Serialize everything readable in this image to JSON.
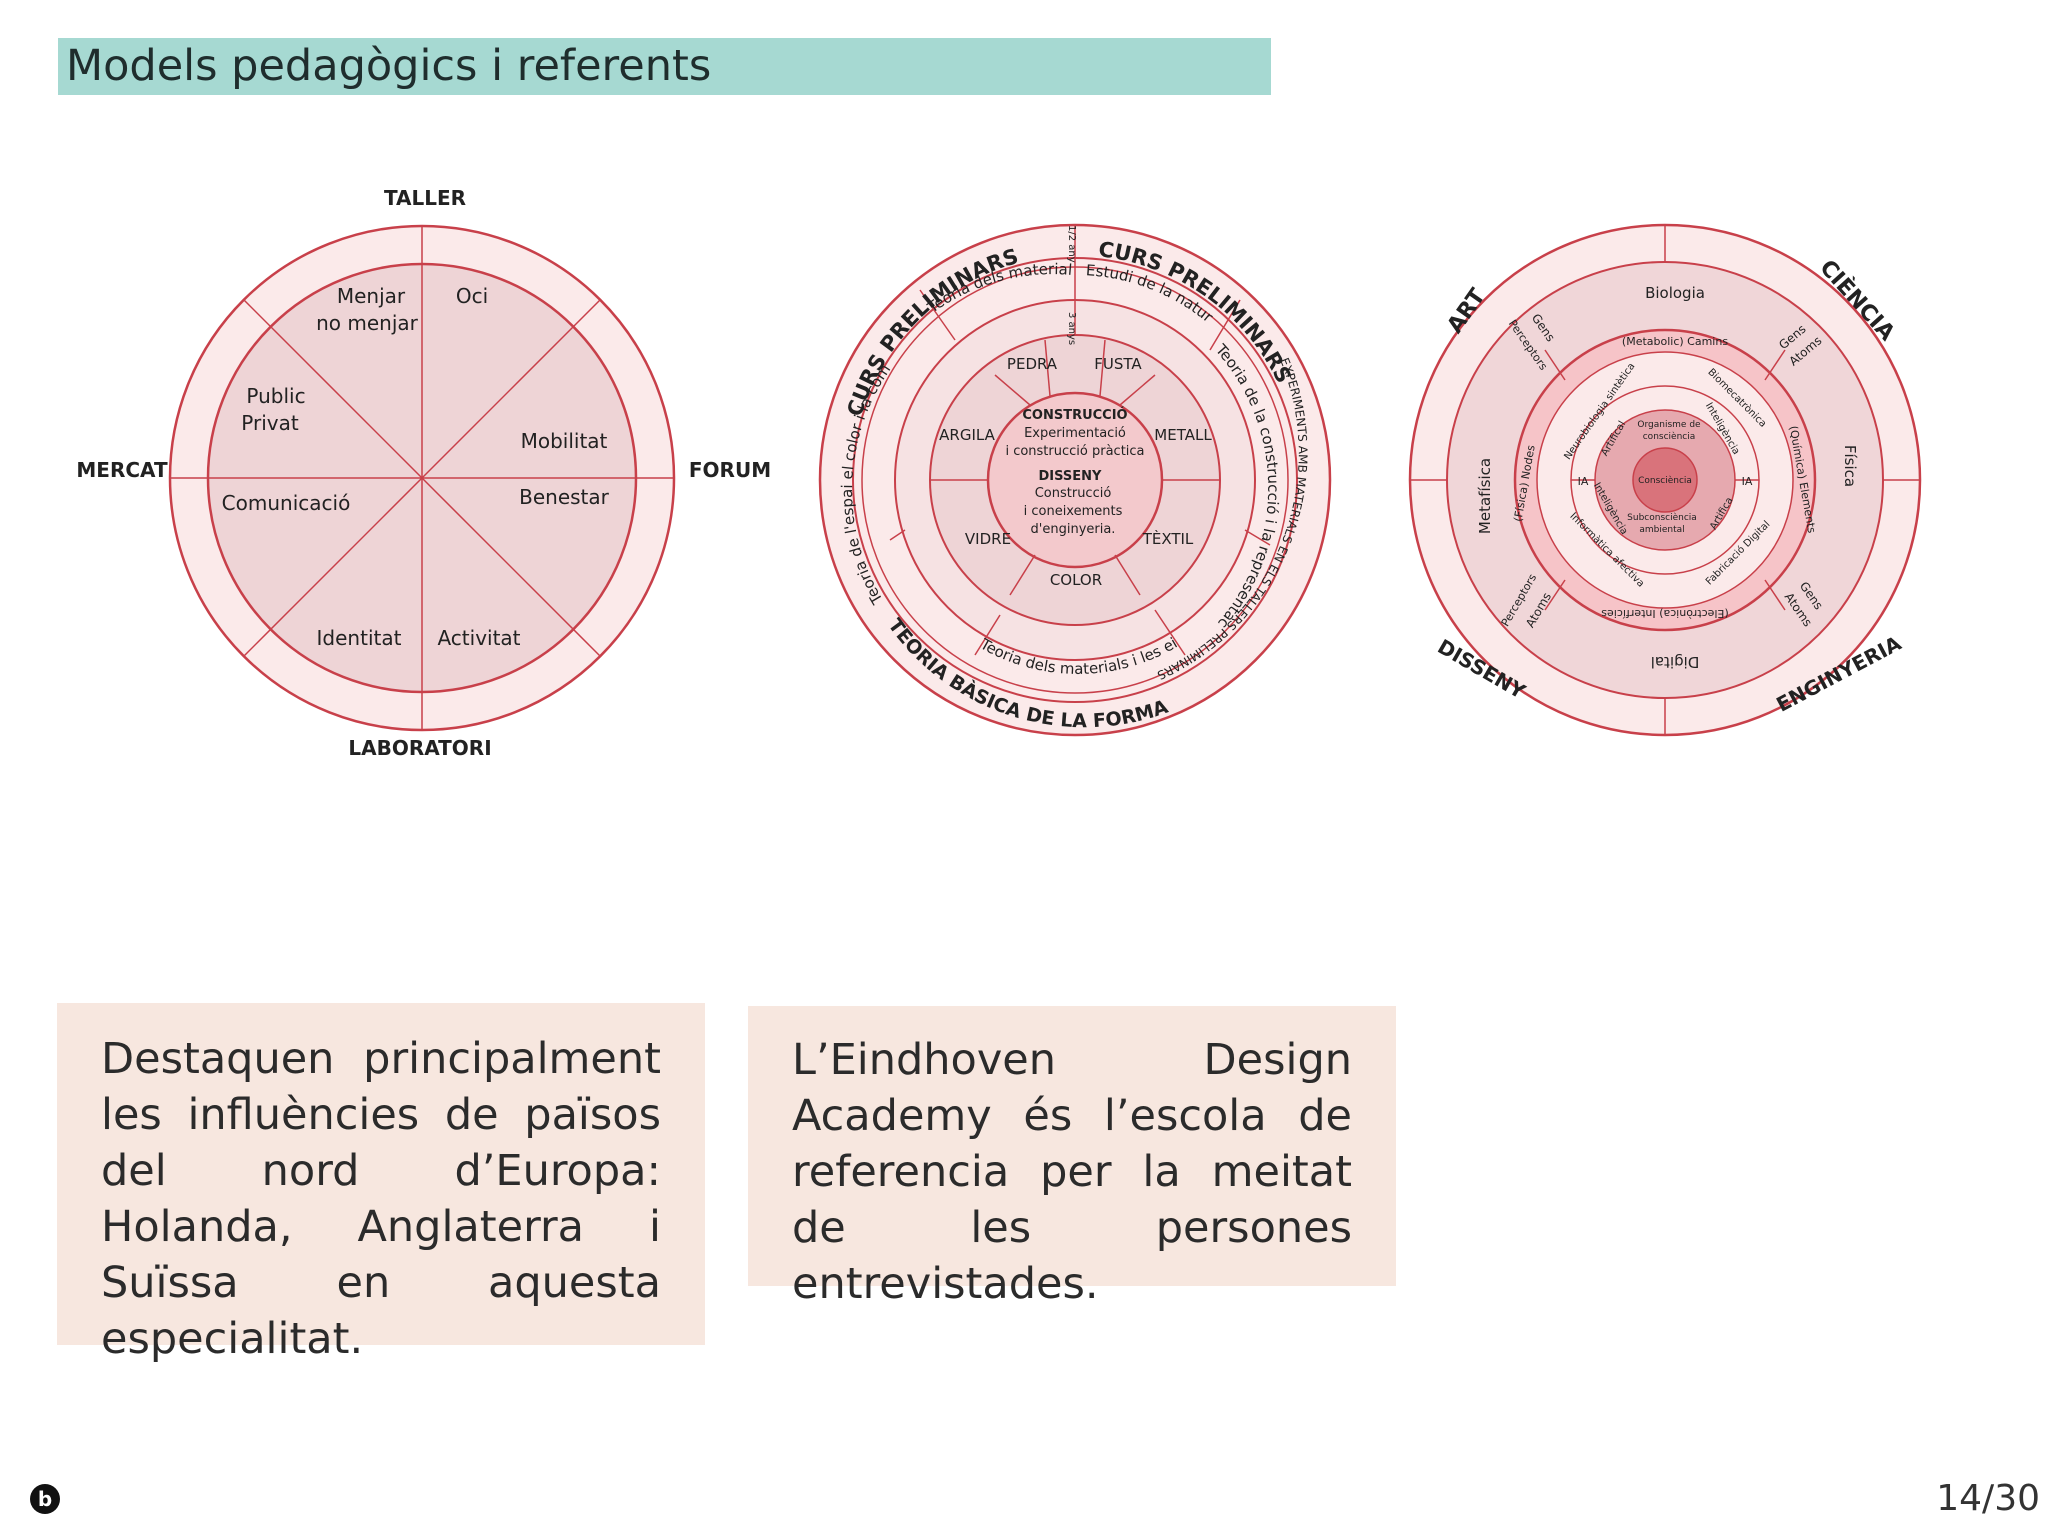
{
  "slide": {
    "title": "Models pedagògics i referents",
    "page_number": "14/30",
    "logo_glyph": "b"
  },
  "diagram1": {
    "outer_labels": {
      "top": "TALLER",
      "bottom": "LABORATORI",
      "left": "MERCAT",
      "right": "FORUM"
    },
    "sectors": [
      {
        "lines": [
          "Menjar",
          "no menjar"
        ]
      },
      {
        "lines": [
          "Oci"
        ]
      },
      {
        "lines": [
          "Public",
          "Privat"
        ]
      },
      {
        "lines": [
          "Mobilitat"
        ]
      },
      {
        "lines": [
          "Comunicació"
        ]
      },
      {
        "lines": [
          "Benestar"
        ]
      },
      {
        "lines": [
          "Identitat"
        ]
      },
      {
        "lines": [
          "Activitat"
        ]
      }
    ]
  },
  "diagram2": {
    "curved_labels": [
      "CURS PRELIMINARS",
      "CURS PRELIMINARS",
      "TEORIA BÀSICA DE LA FORMA",
      "EXPERIMENTS AMB MATERIALS EN ELS TALLERS PRELIMINARS",
      "Teoria dels materials",
      "Estudi de la natura",
      "Teoria de l'espai el color i la composició",
      "Teoria de la construcció i la representació",
      "Teoria dels materials i les eines",
      "1/2 any",
      "3 anys"
    ],
    "materials": [
      "PEDRA",
      "FUSTA",
      "ARGILA",
      "METALL",
      "VIDRE",
      "TÈXTIL",
      "COLOR"
    ],
    "center": {
      "construccio_title": "CONSTRUCCIÓ",
      "construccio_lines": [
        "Experimentació",
        "i construcció pràctica"
      ],
      "disseny_title": "DISSENY",
      "disseny_lines": [
        "Construcció",
        "i coneixements",
        "d'enginyeria."
      ]
    }
  },
  "diagram3": {
    "quadrants": [
      "ART",
      "CIÈNCIA",
      "DISSENY",
      "ENGINYERIA"
    ],
    "ring_labels": [
      "Biologia",
      "Física",
      "Digital",
      "Metafísica"
    ],
    "small_labels": [
      "Gens",
      "Perceptors",
      "Gens",
      "Atoms",
      "Perceptors",
      "Atoms",
      "Gens",
      "Atoms",
      "(Metabolic) Camins",
      "(Química) Elements",
      "(Electrònica) Interfícies",
      "(Física) Nodes",
      "Neurobiologia sintètica",
      "Biomecatrònica",
      "Fabricació Digital",
      "Informàtica afectiva",
      "Artifical",
      "Inteligència",
      "Artifica",
      "Inteligència",
      "IA",
      "IA"
    ],
    "core": {
      "top": [
        "Organisme de",
        "consciència"
      ],
      "center": "Consciència",
      "bottom": [
        "Subconsciència",
        "ambiental"
      ]
    }
  },
  "text_boxes": [
    "Destaquen principalment les influències de països del nord d’Europa: Holanda, Anglaterra i Suïssa en aquesta especialitat.",
    "L’Eindhoven Design Academy és l’escola de referencia per la meitat de les persones entrevistades."
  ],
  "colors": {
    "title_bg": "#a6d9d2",
    "box_bg": "#f7e7df",
    "ring_stroke": "#c8404a",
    "fill_light": "#fbe9ea",
    "fill_mid": "#f1cfd2",
    "fill_dark": "#e6a9af",
    "fill_core": "#d9737b"
  }
}
